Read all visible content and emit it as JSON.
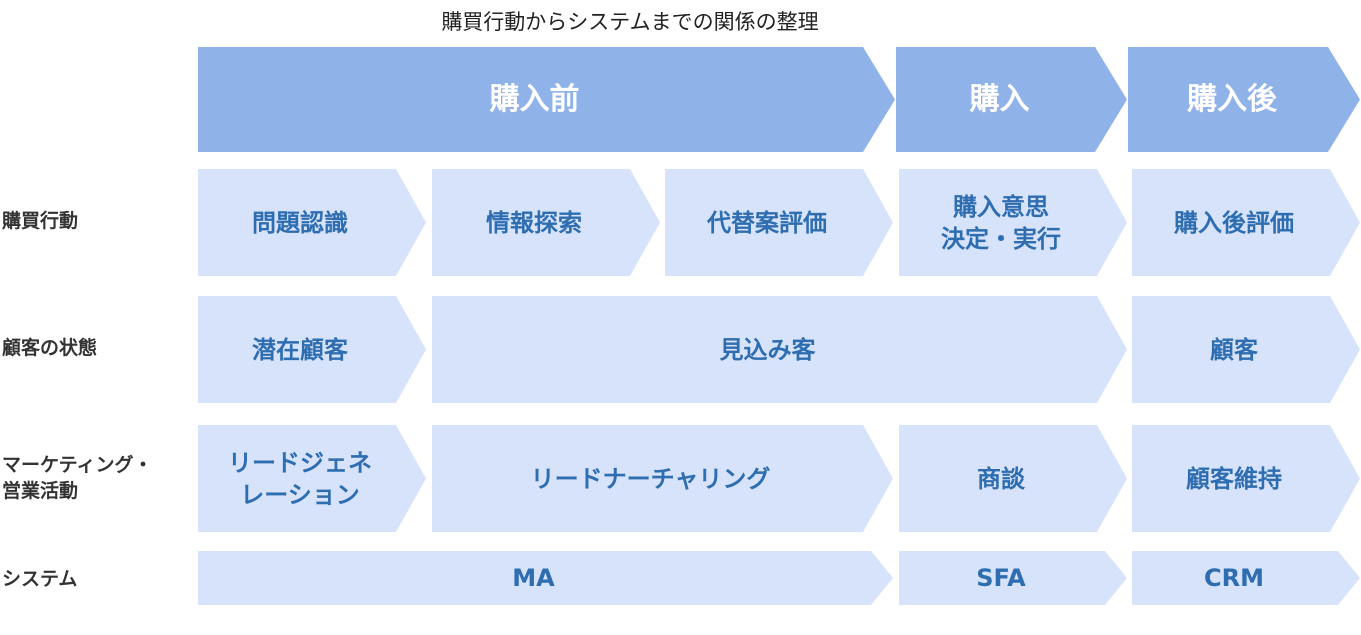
{
  "title": "購買行動からシステムまでの関係の整理",
  "phases": [
    "購入前",
    "購入",
    "購入後"
  ],
  "rows": {
    "behavior": {
      "label": "購買行動",
      "items": [
        "問題認識",
        "情報探索",
        "代替案評価",
        "購入意思\n決定・実行",
        "購入後評価"
      ]
    },
    "state": {
      "label": "顧客の状態",
      "items": [
        "潜在顧客",
        "見込み客",
        "顧客"
      ]
    },
    "marketing": {
      "label": "マーケティング・\n営業活動",
      "items": [
        "リードジェネ\nレーション",
        "リードナーチャリング",
        "商談",
        "顧客維持"
      ]
    },
    "system": {
      "label": "システム",
      "items": [
        "MA",
        "SFA",
        "CRM"
      ]
    }
  },
  "colors": {
    "phase_fill": "#8fb2e9",
    "box_fill": "#d6e3fb",
    "box_text": "#2f6db1",
    "phase_text": "#ffffff"
  }
}
